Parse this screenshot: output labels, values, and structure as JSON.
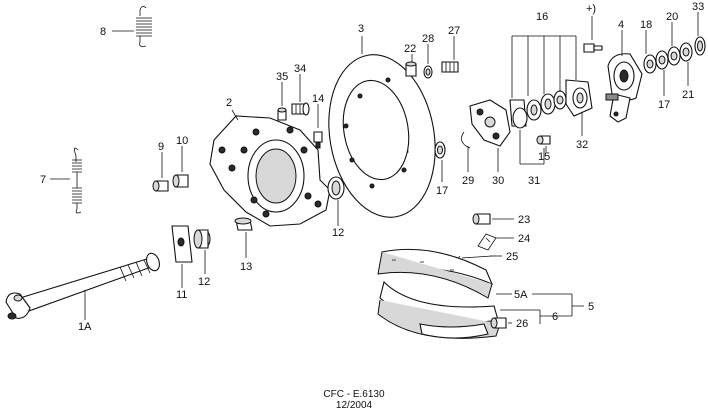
{
  "callouts": {
    "c1A": "1A",
    "c2": "2",
    "c3": "3",
    "c4": "4",
    "c5": "5",
    "c5A": "5A",
    "c6": "6",
    "c7": "7",
    "c8": "8",
    "c9": "9",
    "c10": "10",
    "c11": "11",
    "c12a": "12",
    "c12b": "12",
    "c13": "13",
    "c14": "14",
    "c15": "15",
    "c16": "16",
    "c17a": "17",
    "c17b": "17",
    "c18": "18",
    "c20": "20",
    "c21": "21",
    "c22": "22",
    "c23": "23",
    "c24": "24",
    "c25": "25",
    "c26": "26",
    "c27": "27",
    "c28": "28",
    "c29": "29",
    "c30": "30",
    "c31": "31",
    "c32": "32",
    "c33": "33",
    "c34": "34",
    "c35": "35",
    "cplus": "+)"
  },
  "footer": {
    "code": "CFC - E.6130",
    "date": "12/2004"
  }
}
